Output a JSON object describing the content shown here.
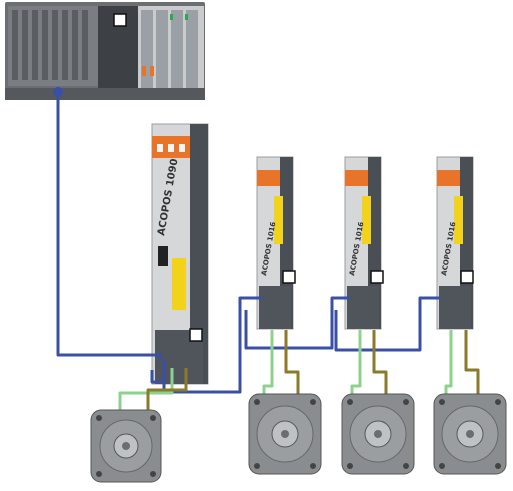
{
  "palette": {
    "background": "#ffffff",
    "cable_network": "#3a4fa6",
    "cable_encoder_green": "#8fd08f",
    "cable_power_olive": "#8a7a2a",
    "drive_orange": "#e8742a",
    "drive_body": "#d6d7d9",
    "drive_dark": "#4a4f56",
    "warning_yellow": "#f2d21a",
    "motor_silver": "#8a8d90"
  },
  "labels": {
    "main_drive": "ACOPOS 1090",
    "drive_1": "ACOPOS 1016",
    "drive_2": "ACOPOS 1016",
    "drive_3": "ACOPOS 1016"
  }
}
